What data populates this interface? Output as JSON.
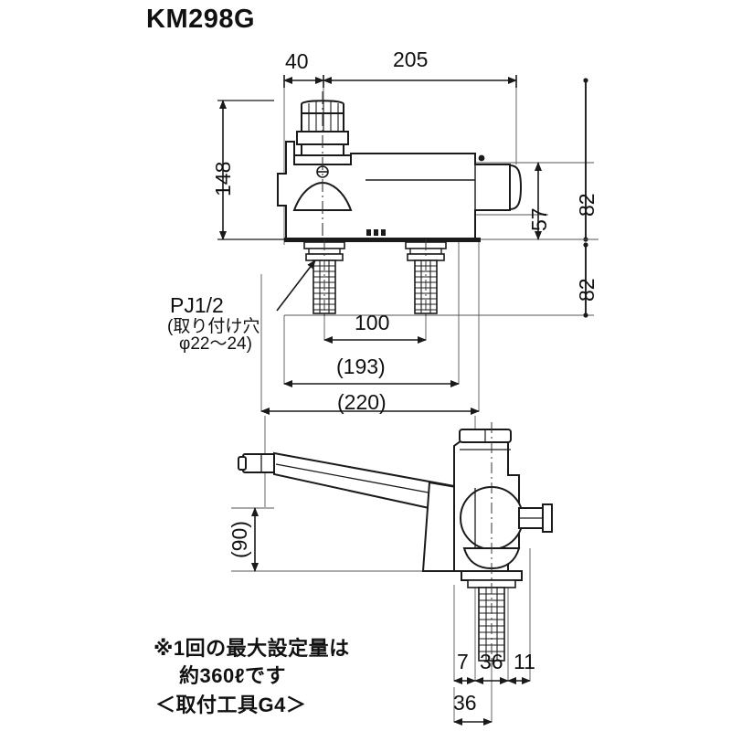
{
  "document": {
    "title": "KM298G",
    "type": "technical-dimension-drawing",
    "background_color": "#ffffff",
    "line_color": "#1a1a1a"
  },
  "views": {
    "front": {
      "name": "front-elevation-view",
      "dimensions": {
        "top_left": "40",
        "top_right": "205",
        "left_height": "148",
        "right_inner": "57",
        "right_upper": "82",
        "right_lower": "82",
        "center_spacing": "100",
        "overall_inner": "(193)",
        "overall_outer": "(220)"
      },
      "callout": {
        "line1": "PJ1/2",
        "line2": "(取り付け穴",
        "line3": "φ22〜24)"
      }
    },
    "side": {
      "name": "side-view",
      "dimensions": {
        "height": "(90)",
        "bottom_a": "7",
        "bottom_b": "36",
        "bottom_c": "11",
        "bottom_d": "36"
      }
    }
  },
  "notes": {
    "note_mark": "※",
    "note_line1": "1回の最大設定量は",
    "note_line2": "約360ℓです",
    "tool_note": "＜取付工具G4＞"
  }
}
